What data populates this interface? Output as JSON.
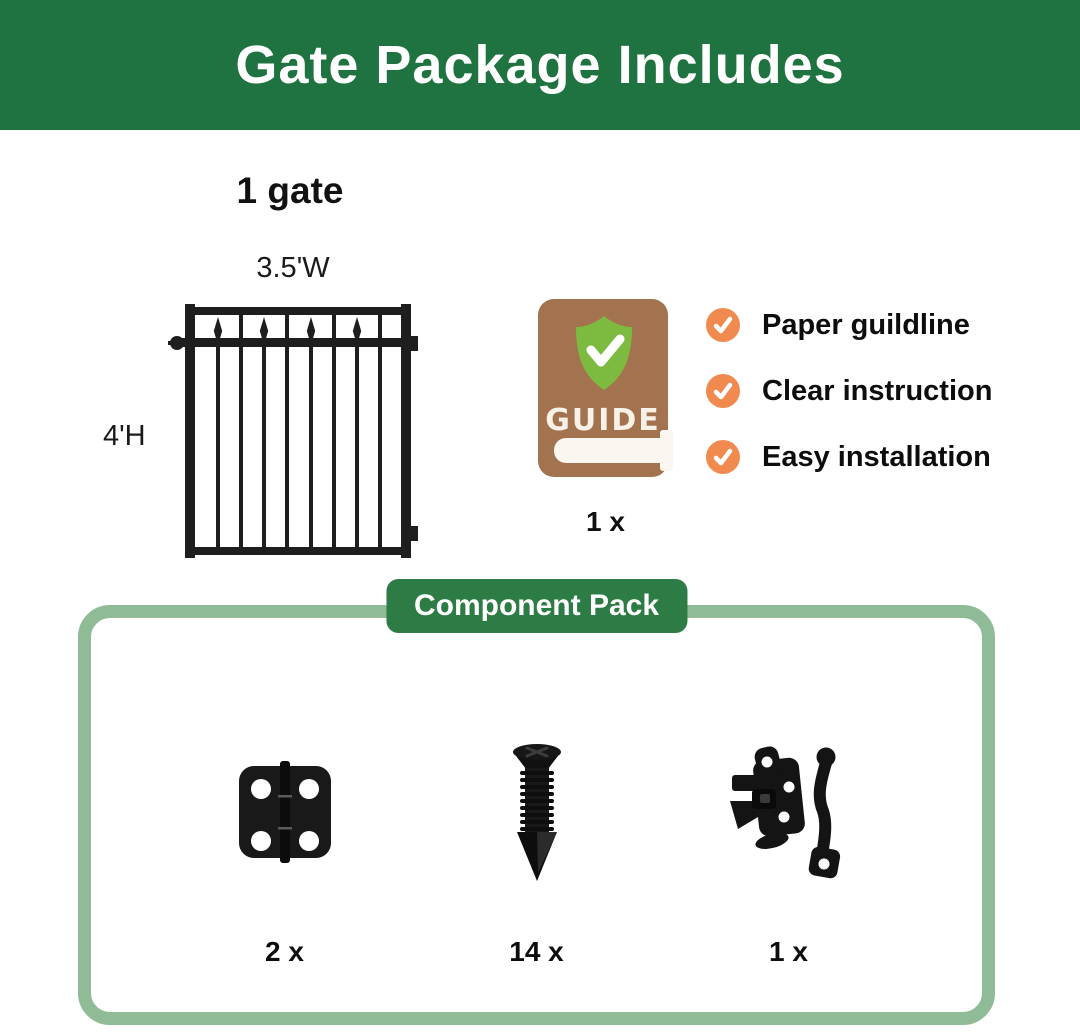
{
  "header": {
    "title": "Gate Package Includes"
  },
  "gate": {
    "label": "1 gate",
    "width_label": "3.5'W",
    "height_label": "4'H",
    "icon": "gate-illustration"
  },
  "guide": {
    "book_label": "GUIDE",
    "quantity": "1 x",
    "icon": "guide-book-icon"
  },
  "features": [
    {
      "label": "Paper guildline",
      "icon": "check-circle-icon"
    },
    {
      "label": "Clear instruction",
      "icon": "check-circle-icon"
    },
    {
      "label": "Easy installation",
      "icon": "check-circle-icon"
    }
  ],
  "component_pack": {
    "title": "Component Pack",
    "items": [
      {
        "name": "hinge",
        "icon": "hinge-icon",
        "quantity": "2 x"
      },
      {
        "name": "screw",
        "icon": "screw-icon",
        "quantity": "14 x"
      },
      {
        "name": "latch",
        "icon": "latch-icon",
        "quantity": "1 x"
      }
    ]
  },
  "colors": {
    "header_green": "#1F7340",
    "badge_green": "#2D7C45",
    "sage_border": "#8FBC96",
    "check_orange": "#F08A4E",
    "book_brown": "#A3734F",
    "shield_green": "#7CBB3F",
    "ink": "#111111"
  }
}
